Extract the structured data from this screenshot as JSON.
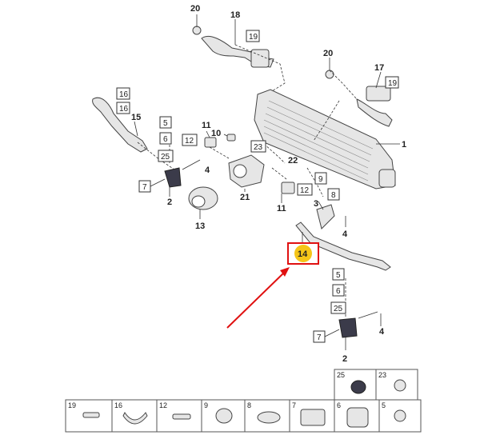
{
  "labels": {
    "p20a": "20",
    "p18": "18",
    "b19a": "19",
    "p20b": "20",
    "p17": "17",
    "b19b": "19",
    "b16a": "16",
    "b16b": "16",
    "p15": "15",
    "b5a": "5",
    "b6a": "6",
    "b25a": "25",
    "b7a": "7",
    "p2a": "2",
    "p4a": "4",
    "p11a": "11",
    "p10": "10",
    "b12a": "12",
    "b23": "23",
    "p22": "22",
    "p1": "1",
    "p21": "21",
    "p13": "13",
    "b9": "9",
    "b12b": "12",
    "b8": "8",
    "p3": "3",
    "p11b": "11",
    "p4b": "4",
    "highlight": "14",
    "b5b": "5",
    "b6b": "6",
    "b25b": "25",
    "b7b": "7",
    "p2b": "2",
    "p4c": "4"
  },
  "legend_cells": [
    "25",
    "23",
    "19",
    "16",
    "12",
    "9",
    "8",
    "7",
    "6",
    "5"
  ],
  "colors": {
    "highlight_fill": "#f5c518",
    "highlight_border": "#e01010",
    "arrow": "#e01010"
  }
}
